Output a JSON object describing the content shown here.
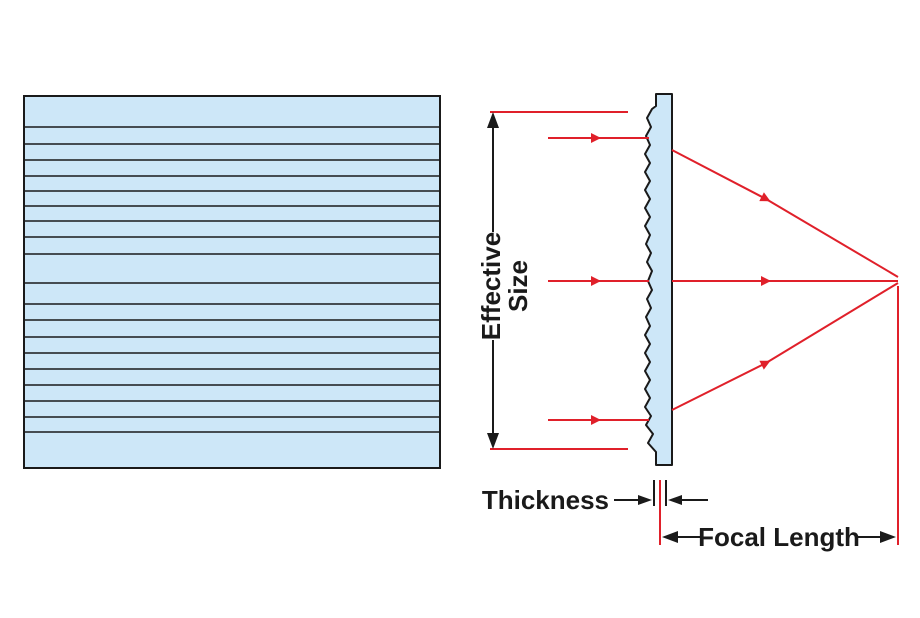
{
  "labels": {
    "effective": "Effective",
    "size": "Size",
    "thickness": "Thickness",
    "focal_length": "Focal Length"
  },
  "colors": {
    "lens_fill": "#cde7f8",
    "outline": "#1a1a1a",
    "ray": "#e0202a",
    "background": "#ffffff"
  }
}
